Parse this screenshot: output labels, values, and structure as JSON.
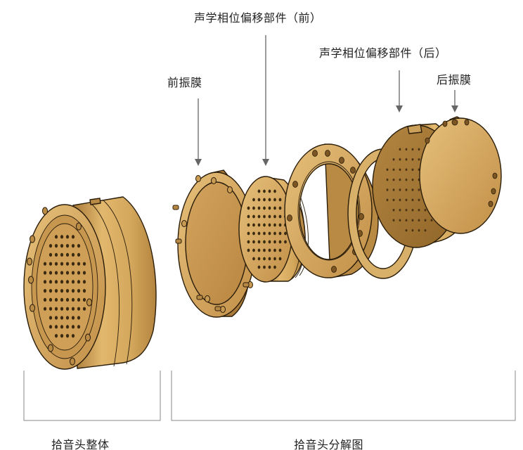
{
  "labels": {
    "front_phase": "声学相位偏移部件（前）",
    "rear_phase": "声学相位偏移部件（后）",
    "front_diaphragm": "前振膜",
    "rear_diaphragm": "后振膜",
    "assembled": "拾音头整体",
    "exploded": "拾音头分解图"
  },
  "colors": {
    "brass_light": "#e2b86e",
    "brass_mid": "#c99a52",
    "brass_dark": "#a97a38",
    "brass_face": "#c28f48",
    "outline": "#2a1d0a"
  }
}
